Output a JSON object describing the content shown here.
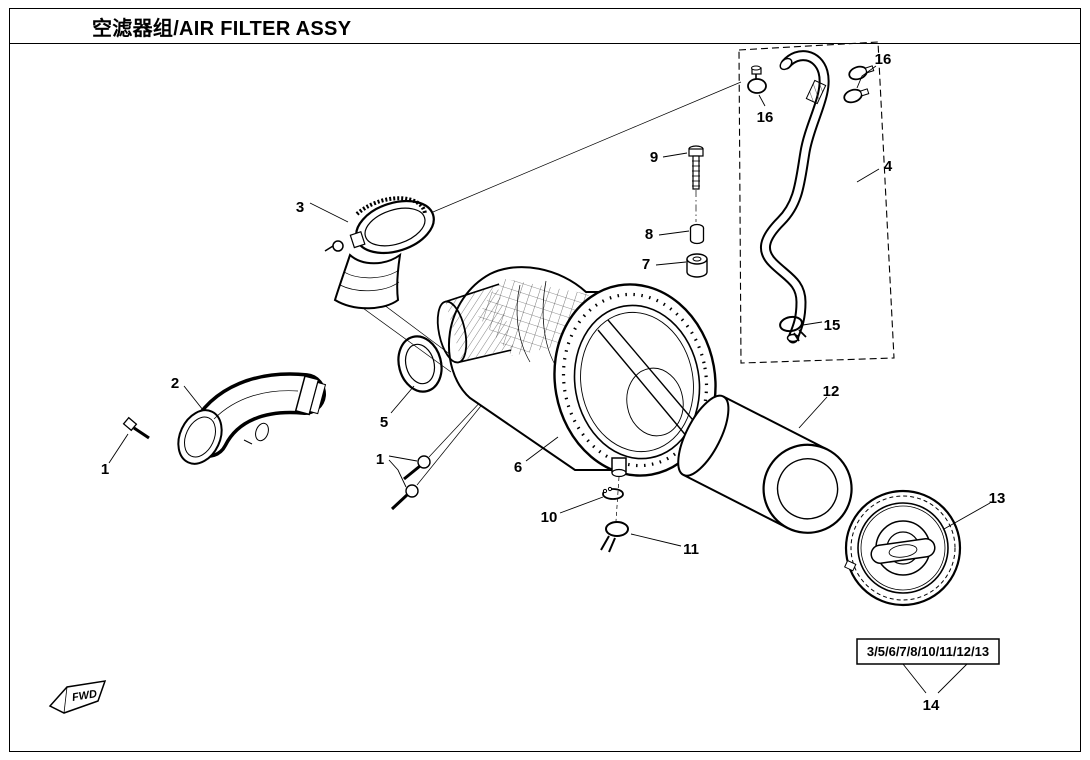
{
  "page": {
    "title": "空滤器组/AIR FILTER ASSY"
  },
  "diagram": {
    "callouts": {
      "1": "1",
      "2": "2",
      "3": "3",
      "4": "4",
      "5": "5",
      "6": "6",
      "7": "7",
      "8": "8",
      "9": "9",
      "10": "10",
      "11": "11",
      "12": "12",
      "13": "13",
      "14": "14",
      "15": "15",
      "16": "16"
    },
    "group_box_label": "3/5/6/7/8/10/11/12/13",
    "fwd_flag_label": "FWD"
  },
  "colors": {
    "line": "#000000",
    "background": "#ffffff"
  }
}
